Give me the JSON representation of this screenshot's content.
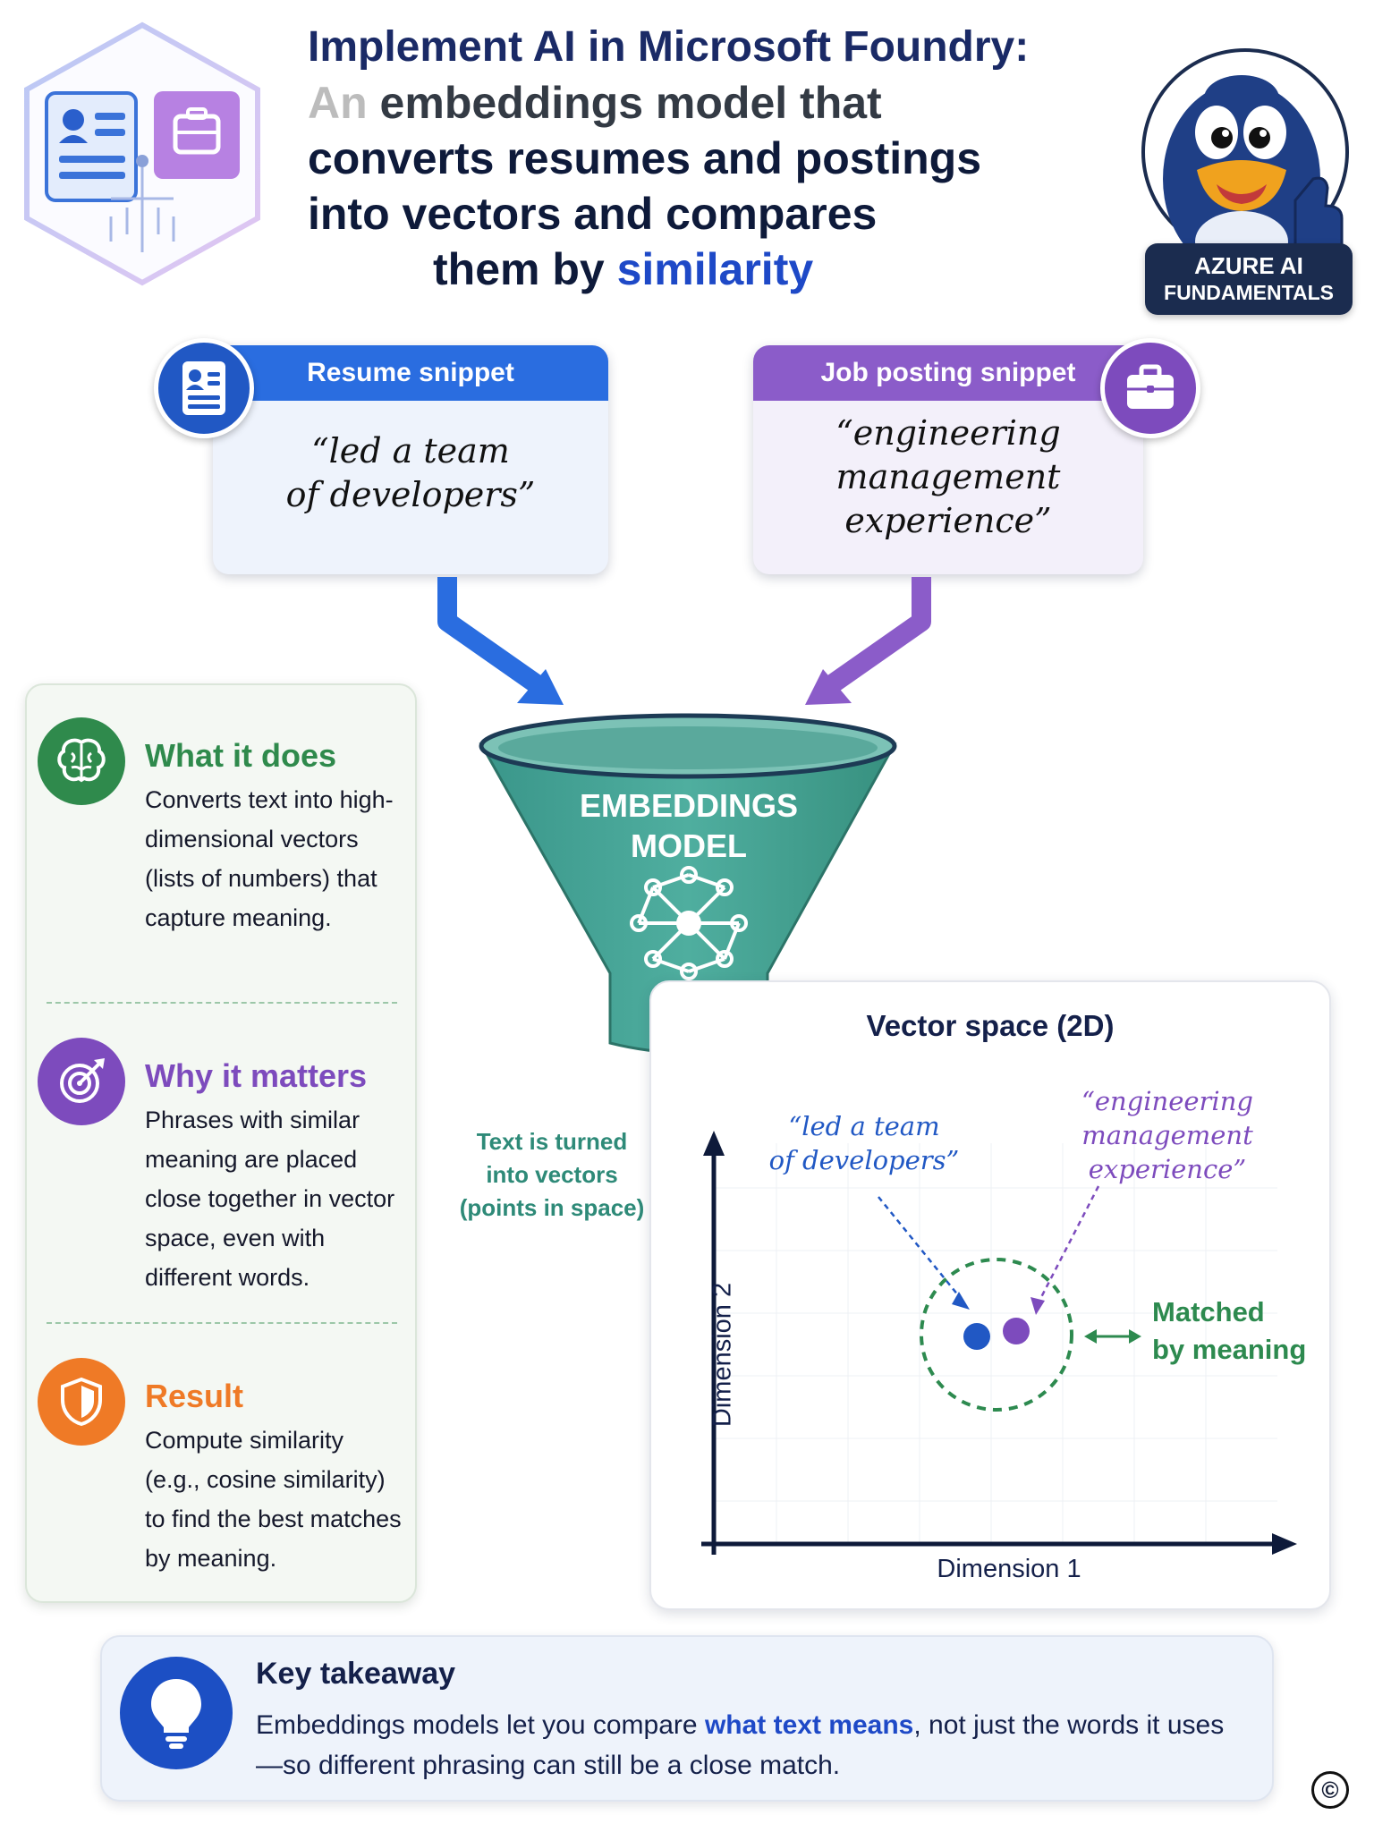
{
  "header": {
    "title_line1": "Implement AI in Microsoft Foundry:",
    "title_line2_fade": "An",
    "title_line2_grey": " embeddings model that",
    "title_line3": "converts resumes and postings",
    "title_line4": "into vectors and compares",
    "title_line5_pre": "them by ",
    "title_line5_highlight": "similarity",
    "badge_line1": "AZURE AI",
    "badge_line2": "FUNDAMENTALS"
  },
  "snippets": {
    "resume": {
      "label": "Resume snippet",
      "quote_line1": "“led a team",
      "quote_line2": "of developers”"
    },
    "job": {
      "label": "Job posting snippet",
      "quote_line1": "“engineering",
      "quote_line2": "management",
      "quote_line3": "experience”"
    }
  },
  "info": {
    "what": {
      "title": "What it does",
      "text": "Converts text into high-dimensional vectors (lists of numbers) that capture meaning."
    },
    "why": {
      "title": "Why it matters",
      "text": "Phrases with similar meaning are placed close together in vector space, even with different words."
    },
    "result": {
      "title": "Result",
      "text": "Compute similarity (e.g., cosine similarity) to find the best matches by meaning."
    }
  },
  "funnel": {
    "line1": "EMBEDDINGS",
    "line2": "MODEL",
    "caption": "Text is turned into vectors (points in space)"
  },
  "vector_space": {
    "title": "Vector space (2D)",
    "resume_label_line1": "“led a team",
    "resume_label_line2": "of developers”",
    "job_label_line1": "“engineering",
    "job_label_line2": "management",
    "job_label_line3": "experience”",
    "matched_line1": "Matched",
    "matched_line2": "by meaning",
    "xlabel": "Dimension 1",
    "ylabel": "Dimension 2"
  },
  "takeaway": {
    "title": "Key takeaway",
    "text_pre": "Embeddings models let you compare ",
    "text_highlight": "what text means",
    "text_post": ", not just the words it uses—so different phrasing can still be a close match."
  },
  "copyright": "©",
  "colors": {
    "resume_blue": "#2a6de0",
    "job_purple": "#8b5cc9",
    "funnel_teal": "#3f9f92",
    "match_green": "#2d8a4f",
    "result_orange": "#ef7a26"
  }
}
